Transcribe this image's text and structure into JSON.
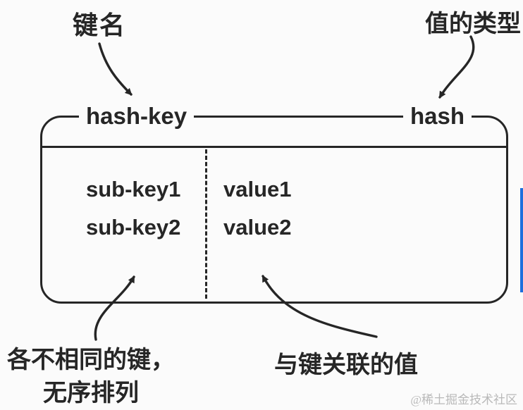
{
  "annotations": {
    "top_left": "键名",
    "top_right": "值的类型",
    "bottom_left_line1": "各不相同的键，",
    "bottom_left_line2": "无序排列",
    "bottom_right": "与键关联的值"
  },
  "box": {
    "key_label": "hash-key",
    "type_label": "hash",
    "rows": [
      {
        "sub_key": "sub-key1",
        "value": "value1"
      },
      {
        "sub_key": "sub-key2",
        "value": "value2"
      }
    ]
  },
  "watermark": "@稀土掘金技术社区",
  "colors": {
    "ink": "#262626",
    "background": "#fbfbfb",
    "watermark": "#b9b9b9",
    "scrollbar": "#1e6fdd"
  }
}
